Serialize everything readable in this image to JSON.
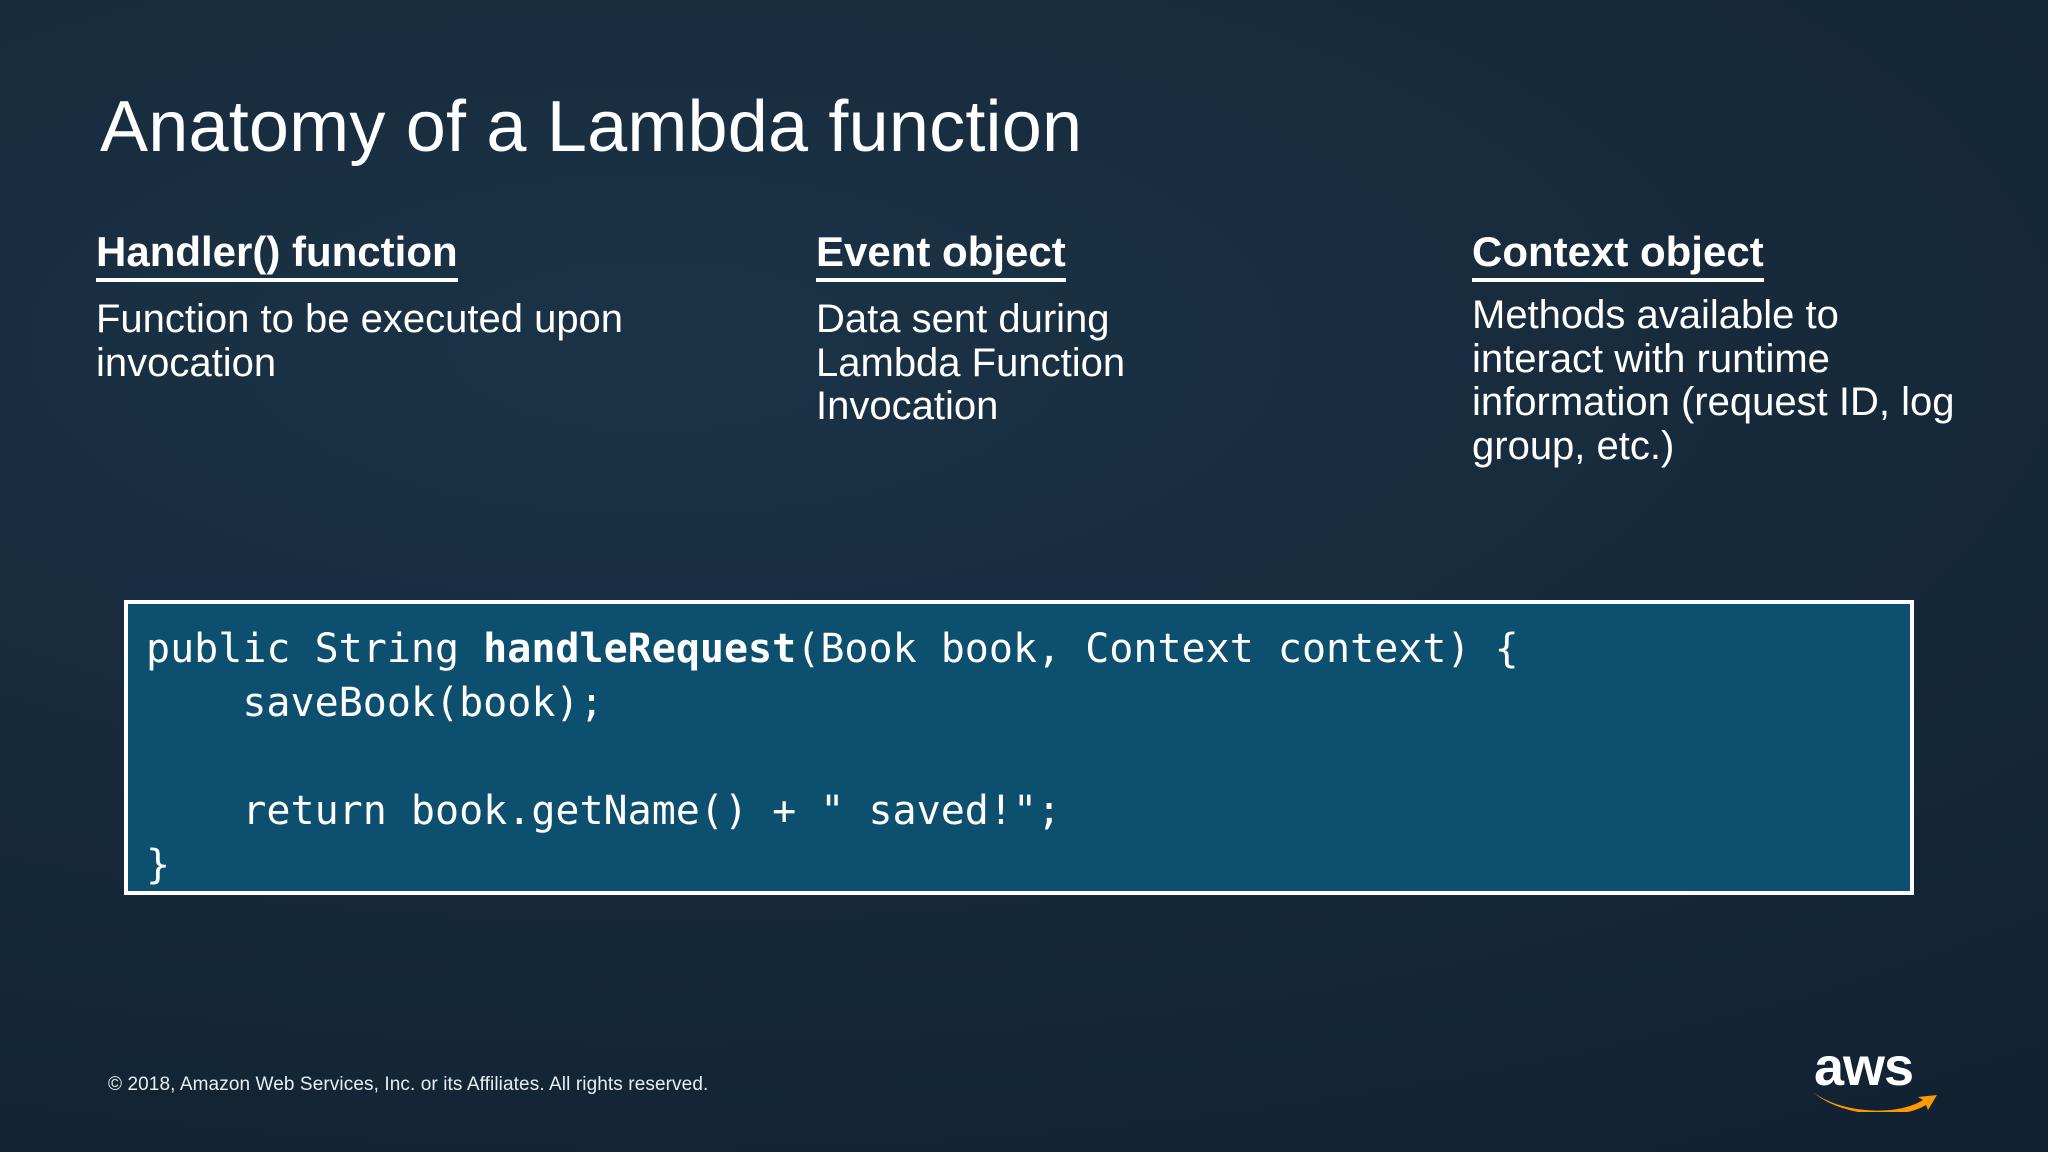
{
  "slide": {
    "title": "Anatomy of a Lambda function",
    "background_color": "#16293a",
    "text_color": "#ffffff"
  },
  "columns": [
    {
      "id": "handler",
      "heading": "Handler() function",
      "body": "Function to be executed upon invocation"
    },
    {
      "id": "event",
      "heading": "Event object",
      "body": "Data sent during Lambda Function Invocation"
    },
    {
      "id": "context",
      "heading": "Context object",
      "body": "Methods available to interact with runtime information (request ID, log group, etc.)"
    }
  ],
  "code_block": {
    "language": "java",
    "background_color": "#0d4f6e",
    "border_color": "#ffffff",
    "lines": [
      "public String handleRequest(Book book, Context context) {",
      "    saveBook(book);",
      "",
      "    return book.getName() + \" saved!\";",
      "}"
    ],
    "bold_token": "handleRequest",
    "signature_prefix": "public String ",
    "signature_suffix": "(Book book, Context context) {",
    "line_2": "    saveBook(book);",
    "line_3": "",
    "line_4": "    return book.getName() + \" saved!\";",
    "line_5": "}"
  },
  "footer": {
    "copyright": "© 2018, Amazon Web Services, Inc. or its Affiliates. All rights reserved.",
    "logo_wordmark": "aws",
    "logo_accent_color": "#ff9900"
  }
}
